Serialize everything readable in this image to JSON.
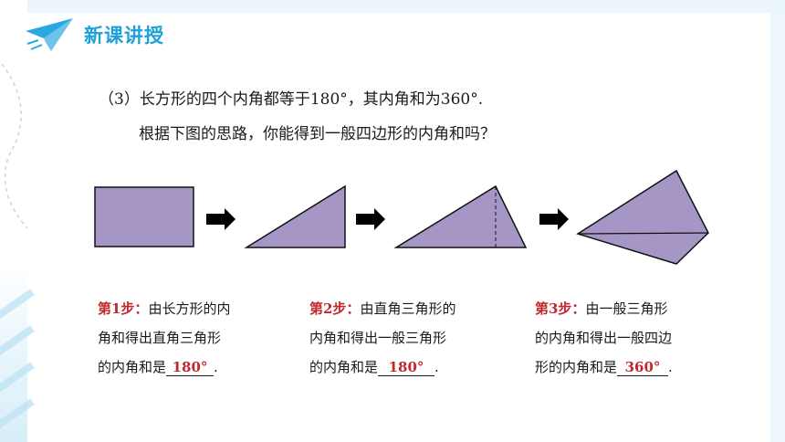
{
  "header": {
    "title": "新课讲授",
    "icon": "paper-plane-icon"
  },
  "question": {
    "line1": "（3）长方形的四个内角都等于180°，其内角和为360°.",
    "line2": "根据下图的思路，你能得到一般四边形的内角和吗？"
  },
  "colors": {
    "shape_fill": "#a596c6",
    "accent": "#1fa0d8",
    "answer": "#c0282d"
  },
  "steps": [
    {
      "label": "第1步：",
      "line1": "由长方形的内",
      "line2": "角和得出直角三角形",
      "line3": "的内角和是",
      "answer": "180°",
      "end": "."
    },
    {
      "label": "第2步：",
      "line1": "由直角三角形的",
      "line2": "内角和得出一般三角形",
      "line3": "的内角和是",
      "answer": "180°",
      "end": "."
    },
    {
      "label": "第3步：",
      "line1": "由一般三角形",
      "line2": "的内角和得出一般四边",
      "line3": "形的内角和是",
      "answer": "360°",
      "end": "."
    }
  ]
}
